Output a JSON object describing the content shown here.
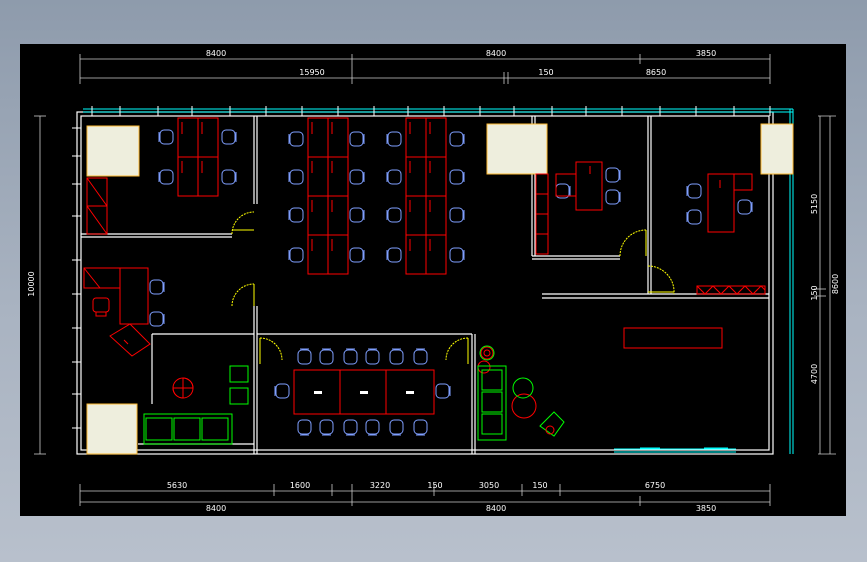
{
  "colors": {
    "background": "#000000",
    "wall": "#ffffff",
    "window": "#00ffff",
    "desk": "#ff0000",
    "chair": "#7f9fff",
    "door": "#ffff00",
    "sofa": "#00ff00",
    "column": "#eeeedd",
    "dim_line": "#cccccc"
  },
  "dimensions": {
    "top_row1": [
      "8400",
      "8400",
      "3850"
    ],
    "top_row2": [
      "15950",
      "150",
      "8650"
    ],
    "bottom_row1": [
      "5630",
      "1600",
      "3220",
      "150",
      "3050",
      "150",
      "6750"
    ],
    "bottom_row2": [
      "8400",
      "8400",
      "3850"
    ],
    "left": "10000",
    "right_outer": "8600",
    "right_inner": [
      "5150",
      "150",
      "4700"
    ]
  }
}
